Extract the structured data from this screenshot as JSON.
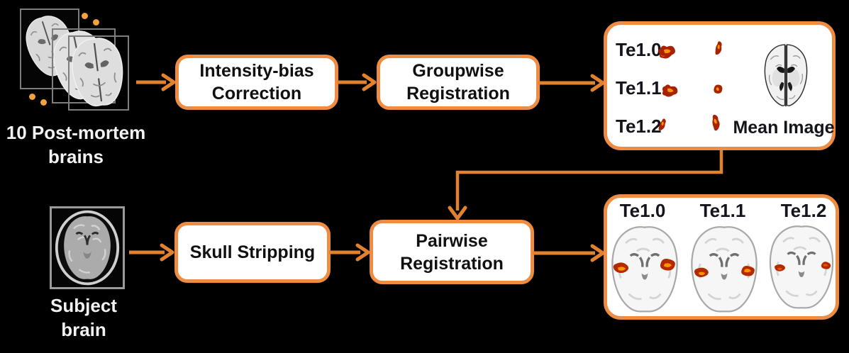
{
  "diagram": {
    "postmortem_label": {
      "line1": "10 Post-mortem",
      "line2": "brains"
    },
    "subject_label": {
      "line1": "Subject",
      "line2": "brain"
    },
    "process_boxes": {
      "intensity": {
        "line1": "Intensity-bias",
        "line2": "Correction"
      },
      "groupwise": {
        "line1": "Groupwise",
        "line2": "Registration"
      },
      "skull": {
        "line1": "Skull Stripping"
      },
      "pairwise": {
        "line1": "Pairwise",
        "line2": "Registration"
      }
    },
    "groupwise_output": {
      "row_labels": [
        "Te1.0",
        "Te1.1",
        "Te1.2"
      ],
      "mean_image_label": "Mean Image"
    },
    "pairwise_output": {
      "column_labels": [
        "Te1.0",
        "Te1.1",
        "Te1.2"
      ]
    },
    "colors": {
      "background": "#000000",
      "box_border_orange": "#ED8C42",
      "arrow_orange": "#E2822F",
      "box_background": "#FFFFFF",
      "box_text": "#101010",
      "outside_label_text": "#F2F2F2",
      "frame_gray": "#7D7D7D",
      "dot_orange": "#F2A23C",
      "heatmap_red": "#B32900",
      "heatmap_orange": "#FF9400"
    }
  }
}
